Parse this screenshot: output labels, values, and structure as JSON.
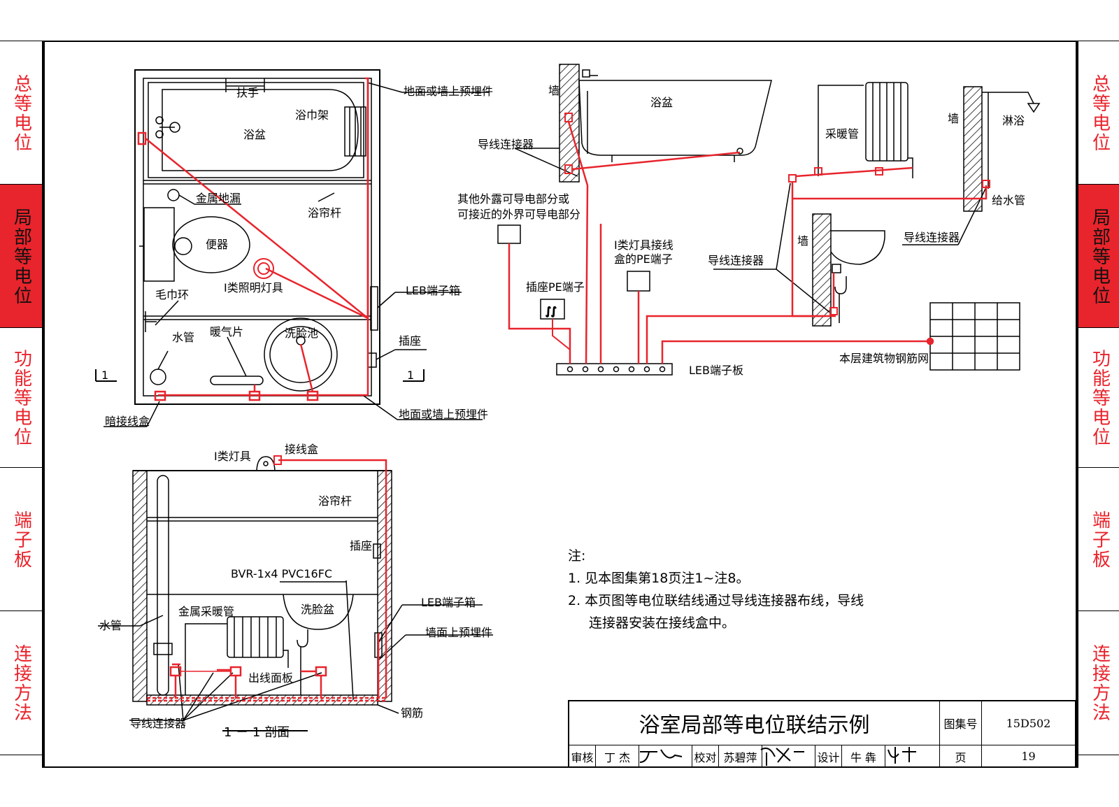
{
  "side_tabs": [
    "总等电位",
    "局部等电位",
    "功能等电位",
    "端子板",
    "连接方法"
  ],
  "active_tab": 1,
  "plan": {
    "bathtub": "浴盆",
    "handrail": "扶手",
    "towel_rack": "浴巾架",
    "embedded_top": "地面或墙上预埋件",
    "floor_drain": "金属地漏",
    "curtain_rod": "浴帘杆",
    "toilet": "便器",
    "lamp": "I类照明灯具",
    "towel_ring": "毛巾环",
    "leb_box": "LEB端子箱",
    "socket": "插座",
    "water_pipe": "水管",
    "radiator": "暖气片",
    "basin": "洗脸池",
    "section_mark": "1",
    "junction_box": "暗接线盒",
    "embedded_bottom": "地面或墙上预埋件"
  },
  "section": {
    "lamp": "I类灯具",
    "junction_box": "接线盒",
    "curtain_rod": "浴帘杆",
    "socket": "插座",
    "cable": "BVR-1x4  PVC16FC",
    "leb_box": "LEB端子箱",
    "water_pipe": "水管",
    "radiator": "金属采暖管",
    "basin": "洗脸盆",
    "embedded": "墙面上预埋件",
    "outlet_panel": "出线面板",
    "connector": "导线连接器",
    "rebar": "钢筋",
    "caption": "1 － 1 剖面"
  },
  "schematic": {
    "wall1": "墙",
    "tub": "浴盆",
    "connector1": "导线连接器",
    "other_parts_1": "其他外露可导电部分或",
    "other_parts_2": "可接近的外界可导电部分",
    "lamp_pe_1": "I类灯具接线",
    "lamp_pe_2": "盒的PE端子",
    "socket_pe": "插座PE端子",
    "leb_board": "LEB端子板",
    "heating_pipe": "采暖管",
    "wall2": "墙",
    "shower": "淋浴",
    "water_supply": "给水管",
    "connector2": "导线连接器",
    "wall3": "墙",
    "connector3": "导线连接器",
    "rebar_mesh": "本层建筑物钢筋网"
  },
  "notes": {
    "title": "注:",
    "line1": "1. 见本图集第18页注1~注8。",
    "line2": "2. 本页图等电位联结线通过导线连接器布线，导线",
    "line3": "连接器安装在接线盒中。"
  },
  "title_block": {
    "title": "浴室局部等电位联结示例",
    "atlas_label": "图集号",
    "atlas_no": "15D502",
    "review": "审核",
    "reviewer": "丁 杰",
    "check": "校对",
    "checker": "苏碧萍",
    "design": "设计",
    "designer": "牛 犇",
    "page_label": "页",
    "page_no": "19"
  },
  "colors": {
    "red": "#e8242c",
    "line": "#000000"
  }
}
